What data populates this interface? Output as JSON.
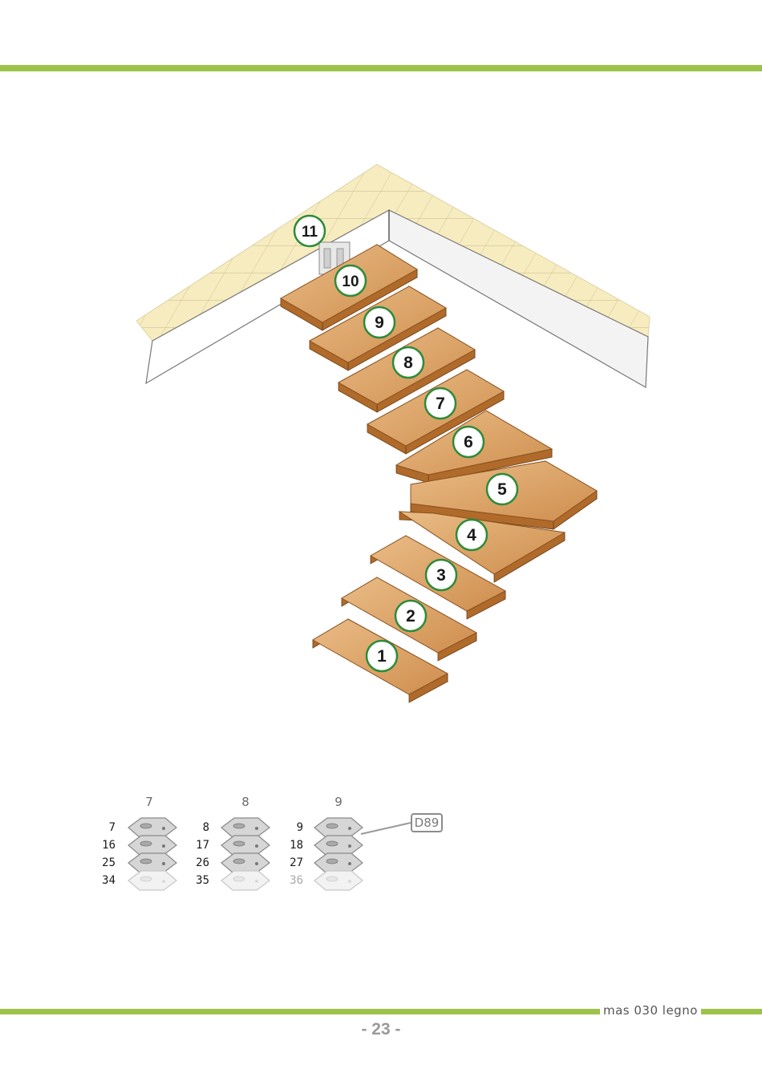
{
  "illustration": {
    "step_labels": [
      "1",
      "2",
      "3",
      "4",
      "5",
      "6",
      "7",
      "8",
      "9",
      "10",
      "11"
    ],
    "colors": {
      "wood": "#d9a066",
      "wood_dark": "#b06a2a",
      "tile": "#f7ecbf",
      "label_ring": "#2e8b3a"
    }
  },
  "parts_table": {
    "columns": [
      {
        "header": "7",
        "rows": [
          "7",
          "16",
          "25",
          "34"
        ]
      },
      {
        "header": "8",
        "rows": [
          "8",
          "17",
          "26",
          "35"
        ]
      },
      {
        "header": "9",
        "rows": [
          "9",
          "18",
          "27",
          "36"
        ]
      }
    ],
    "code_label": "D89"
  },
  "footer": {
    "product_name": "mas 030 legno",
    "page_number": "- 23 -"
  },
  "colors": {
    "accent": "#9dc24a"
  }
}
